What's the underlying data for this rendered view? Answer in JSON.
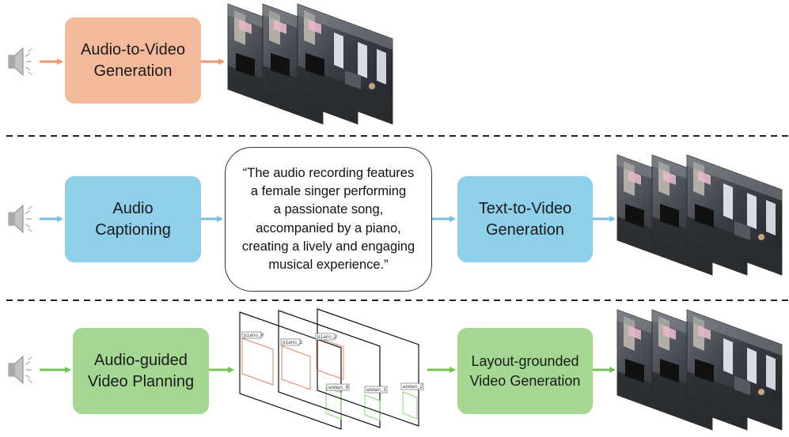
{
  "rows": [
    {
      "id": "audio-to-video",
      "box_label": "Audio-to-Video\nGeneration",
      "arrow_color": "#e99a72"
    },
    {
      "id": "caption-pipeline",
      "box1_label": "Audio\nCaptioning",
      "caption": "“The audio recording features\na female singer performing\na passionate song,\naccompanied by a piano,\ncreating a lively and engaging\nmusical experience.”",
      "box2_label": "Text-to-Video\nGeneration",
      "arrow_color": "#7bbfdf"
    },
    {
      "id": "planning-pipeline",
      "box1_label": "Audio-guided\nVideo Planning",
      "layout_labels": [
        "piano_0",
        "piano_1",
        "piano_2",
        "woman_0",
        "woman_1",
        "woman_2"
      ],
      "box2_label": "Layout-grounded\nVideo Generation",
      "arrow_color": "#7ac05a"
    }
  ],
  "colors": {
    "orange": "#f4b89b",
    "blue": "#8ecfe9",
    "green": "#a4d792",
    "piano_box": "#e0826c",
    "woman_box": "#8fd67a"
  }
}
